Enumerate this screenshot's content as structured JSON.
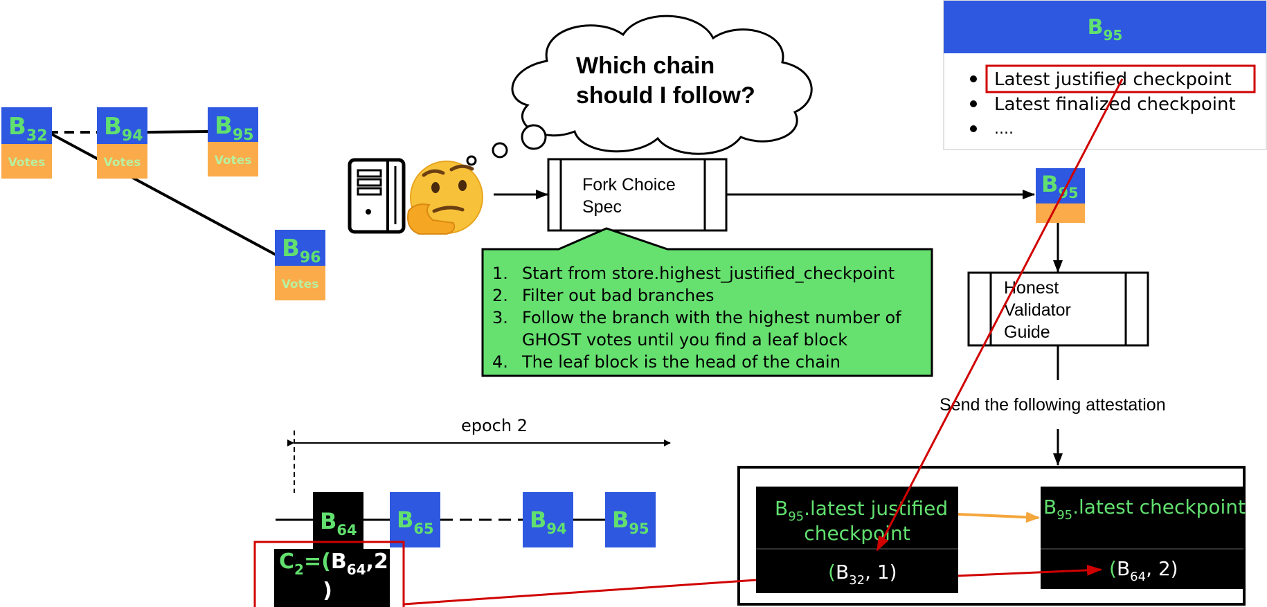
{
  "colors": {
    "block_blue": "#2e58e0",
    "votes_orange": "#fbab4a",
    "spec_green": "#66e06f",
    "text_green": "#62e06f",
    "arrow_red": "#d00000",
    "link_orange": "#f4a63c",
    "header_blue": "#2e58e0"
  },
  "tree": {
    "b32": {
      "label": "B",
      "sub": "32",
      "votes": "Votes"
    },
    "b94": {
      "label": "B",
      "sub": "94",
      "votes": "Votes"
    },
    "b95": {
      "label": "B",
      "sub": "95",
      "votes": "Votes"
    },
    "b96": {
      "label": "B",
      "sub": "96",
      "votes": "Votes"
    }
  },
  "thought": {
    "line1": "Which chain",
    "line2": "should I follow?"
  },
  "icons": {
    "computer": "computer-tower-icon",
    "thinking": "thinking-face-emoji"
  },
  "fork_choice": {
    "line1": "Fork Choice",
    "line2": "Spec"
  },
  "spec_steps": {
    "n1": "1.",
    "s1": "Start from store.highest_justified_checkpoint",
    "n2": "2.",
    "s2": "Filter out bad branches",
    "n3": "3.",
    "s3a": "Follow the branch with the highest number of",
    "s3b": "GHOST votes until you find a leaf block",
    "n4": "4.",
    "s4": "The leaf block is the head of the chain"
  },
  "head_block": {
    "label": "B",
    "sub": "95"
  },
  "state_card": {
    "title": "B",
    "title_sub": "95",
    "items": [
      "Latest justified checkpoint",
      "Latest finalized checkpoint",
      "...."
    ]
  },
  "validator_guide": {
    "line1": "Honest",
    "line2": "Validator",
    "line3": "Guide"
  },
  "send_label": "Send the following attestation",
  "attestation": {
    "left_top_b": "B",
    "left_top_sub": "95",
    "left_top_rest": ".latest justified",
    "left_top_line2": "checkpoint",
    "left_val_open": "(",
    "left_val_b": "B",
    "left_val_sub": "32",
    "left_val_rest": ", 1)",
    "right_top_b": "B",
    "right_top_sub": "95",
    "right_top_rest": ".latest checkpoint",
    "right_val_open": "(",
    "right_val_b": "B",
    "right_val_sub": "64",
    "right_val_rest": ", 2)"
  },
  "epoch": {
    "label": "epoch 2",
    "b64": {
      "label": "B",
      "sub": "64"
    },
    "b65": {
      "label": "B",
      "sub": "65"
    },
    "b94": {
      "label": "B",
      "sub": "94"
    },
    "b95": {
      "label": "B",
      "sub": "95"
    },
    "checkpoint": {
      "c": "C",
      "c_sub": "2",
      "eq": "=(",
      "b": "B",
      "b_sub": "64",
      "rest": ",2",
      "close": ")"
    }
  }
}
